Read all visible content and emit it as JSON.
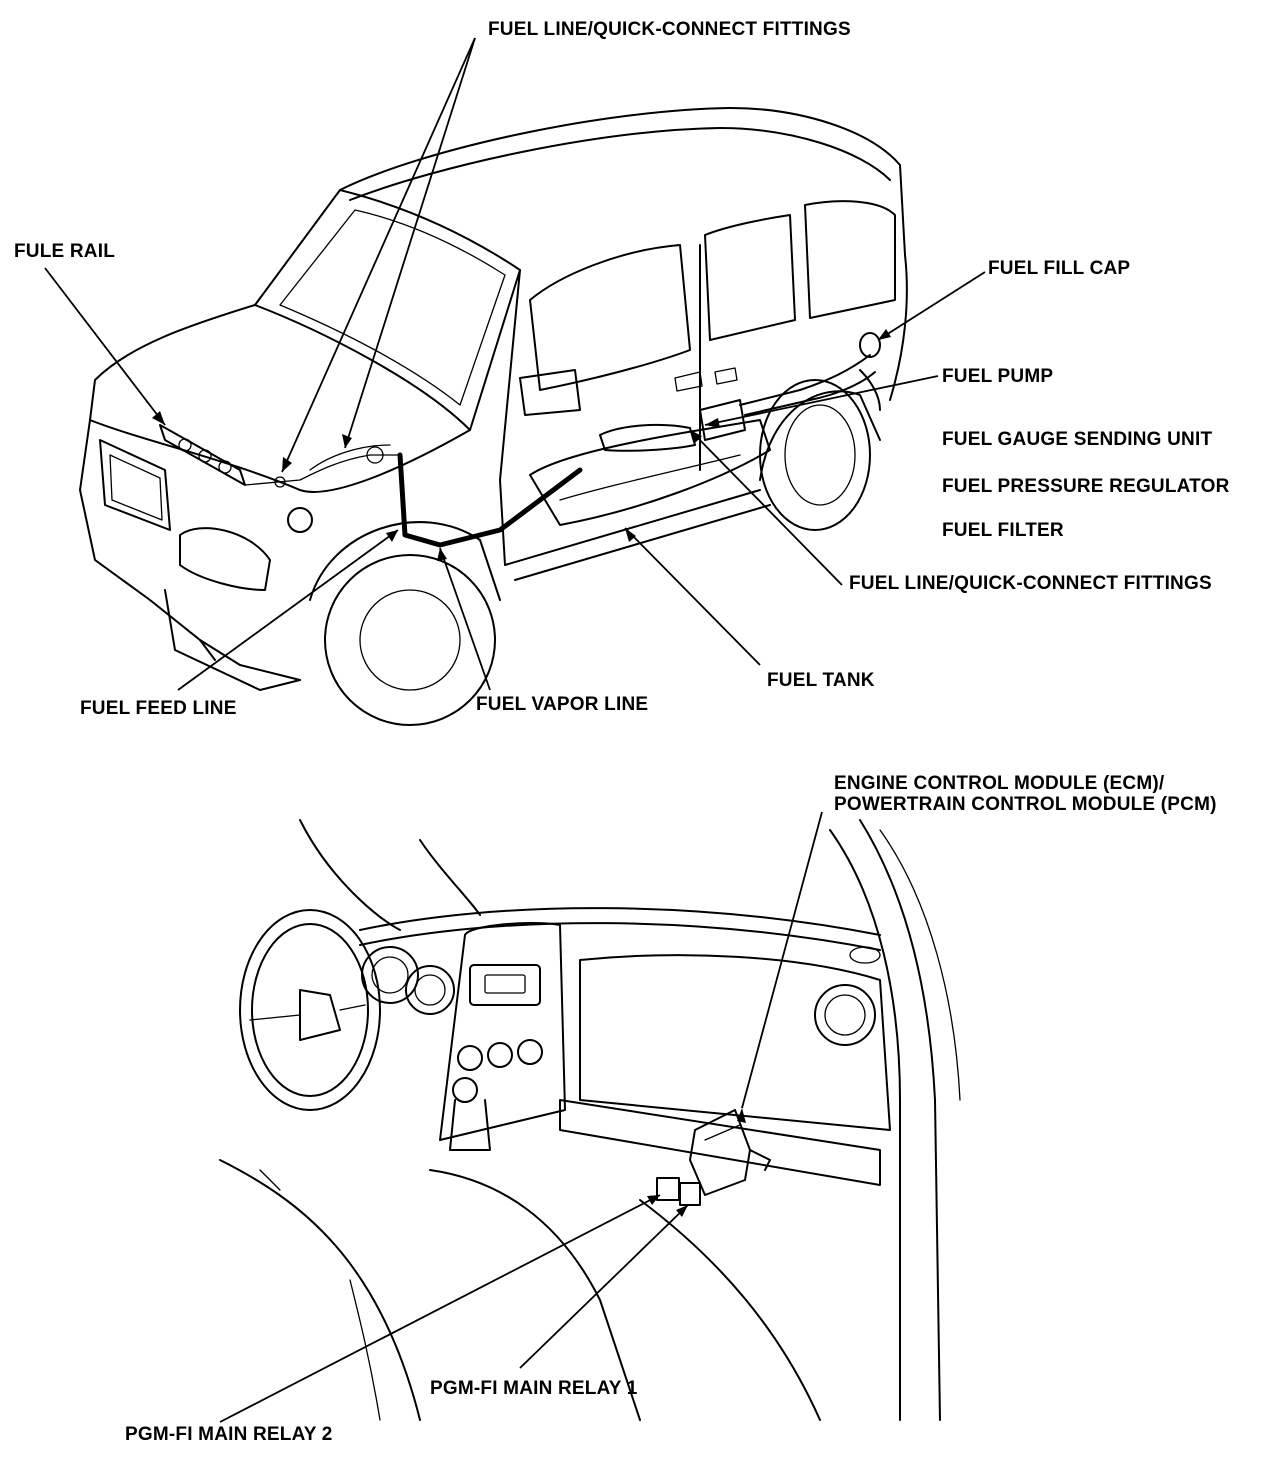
{
  "labels": {
    "fuel_line_top": "FUEL LINE/QUICK-CONNECT FITTINGS",
    "fule_rail": "FULE RAIL",
    "fuel_fill_cap": "FUEL FILL CAP",
    "fuel_pump": "FUEL PUMP",
    "fuel_gauge": "FUEL GAUGE SENDING UNIT",
    "fuel_pressure": "FUEL PRESSURE REGULATOR",
    "fuel_filter": "FUEL FILTER",
    "fuel_line_right": "FUEL LINE/QUICK-CONNECT FITTINGS",
    "fuel_tank": "FUEL TANK",
    "fuel_feed_line": "FUEL FEED LINE",
    "fuel_vapor_line": "FUEL VAPOR LINE",
    "ecm_line1": "ENGINE CONTROL MODULE (ECM)/",
    "ecm_line2": "POWERTRAIN CONTROL MODULE (PCM)",
    "relay1": "PGM-FI MAIN RELAY 1",
    "relay2": "PGM-FI MAIN RELAY 2"
  }
}
